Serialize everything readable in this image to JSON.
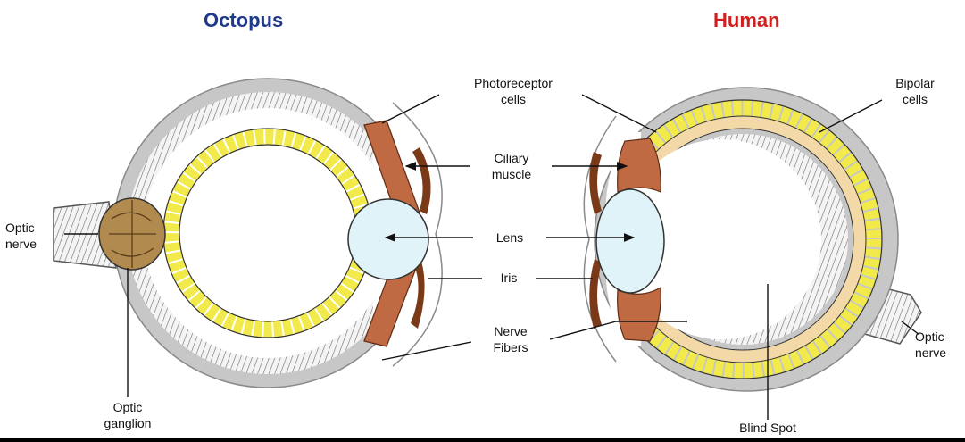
{
  "titles": {
    "octopus": "Octopus",
    "human": "Human"
  },
  "labels": {
    "photoreceptor_line1": "Photoreceptor",
    "photoreceptor_line2": "cells",
    "ciliary_line1": "Ciliary",
    "ciliary_line2": "muscle",
    "lens": "Lens",
    "iris": "Iris",
    "nerve_fibers_line1": "Nerve",
    "nerve_fibers_line2": "Fibers",
    "bipolar_line1": "Bipolar",
    "bipolar_line2": "cells",
    "optic_nerve_left_line1": "Optic",
    "optic_nerve_left_line2": "nerve",
    "optic_nerve_right_line1": "Optic",
    "optic_nerve_right_line2": "nerve",
    "optic_ganglion_line1": "Optic",
    "optic_ganglion_line2": "ganglion",
    "blind_spot": "Blind Spot"
  },
  "colors": {
    "octopus_title": "#1f3a8a",
    "human_title": "#d01f1f",
    "sclera": "#c7c7c7",
    "photoreceptor_yellow": "#f2ea4a",
    "muscle_brown": "#c06a43",
    "iris_brown": "#7a3a18",
    "lens_blue": "#dff3f8",
    "bipolar_tan": "#f3d9a8",
    "ganglion": "#b08a4f"
  }
}
